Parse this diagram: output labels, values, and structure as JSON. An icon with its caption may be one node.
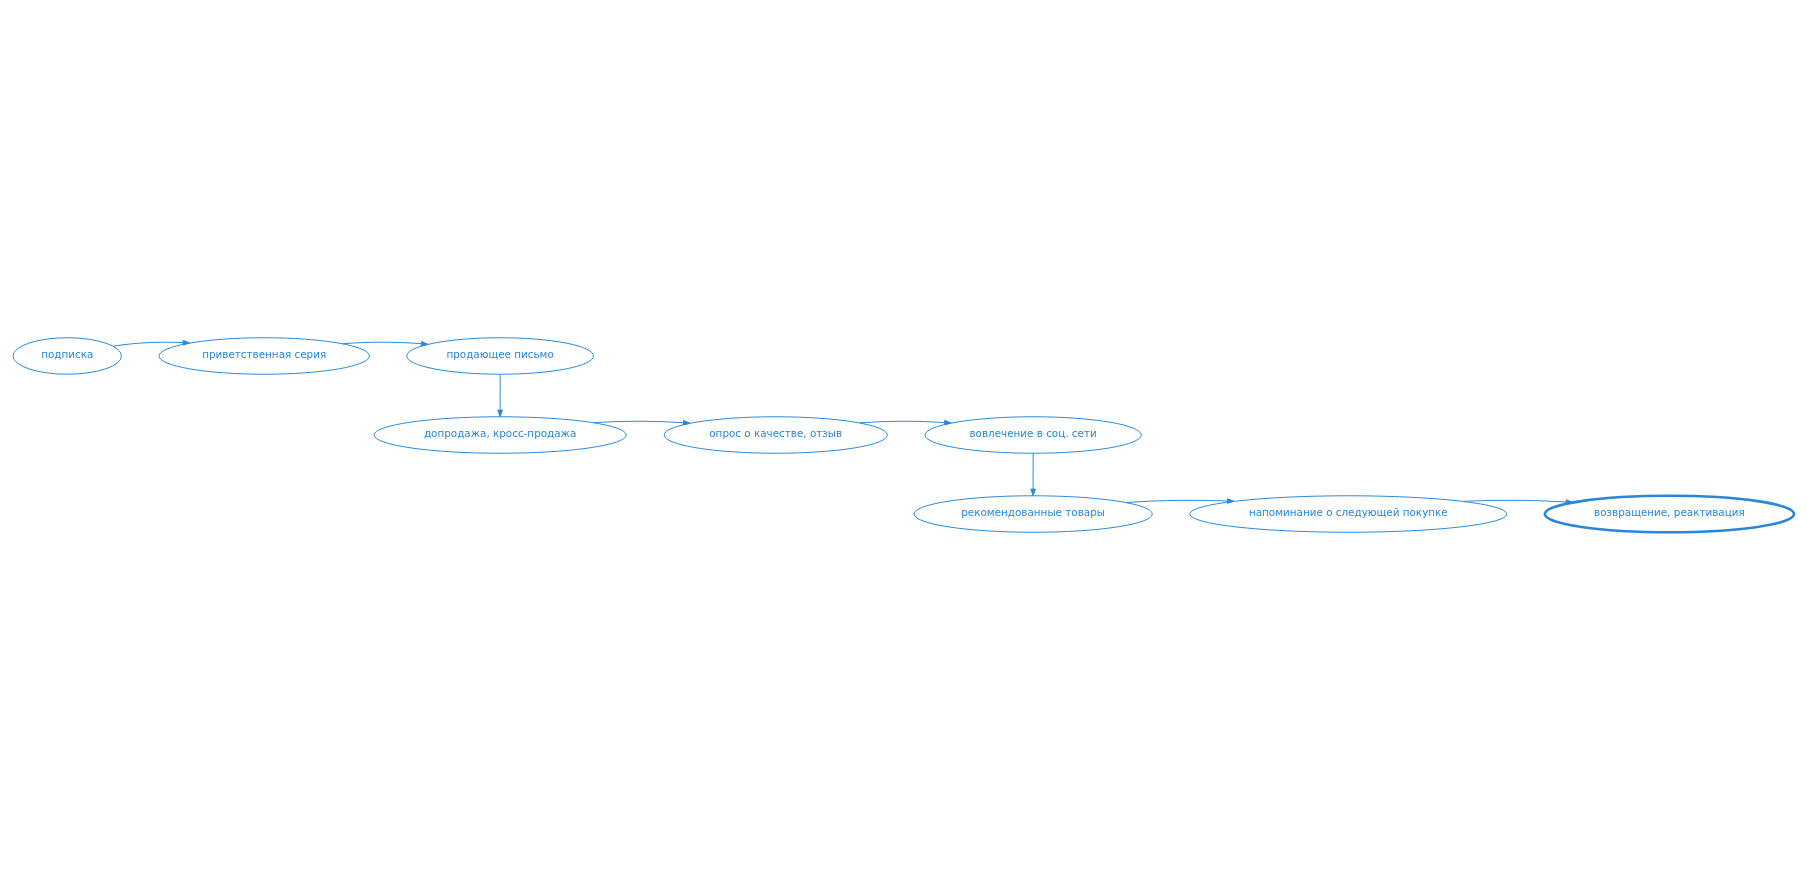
{
  "diagram": {
    "nodes": [
      {
        "text": [
          "подписка"
        ]
      },
      {
        "text": [
          "приветственная серия"
        ]
      },
      {
        "text": [
          "продающее письмо"
        ]
      },
      {
        "text": [
          "допродажа, кросс-продажа"
        ]
      },
      {
        "text": [
          "опрос о качестве, отзыв"
        ]
      },
      {
        "text": [
          "вовлечение в соц. сети"
        ]
      },
      {
        "text": [
          "рекомендованные товары"
        ]
      },
      {
        "text": [
          "напоминание о следующей покупке"
        ]
      },
      {
        "text": [
          "возвращение, реактивация"
        ]
      }
    ],
    "edges": [
      {
        "from": 0,
        "to": 1,
        "arrow": "to"
      },
      {
        "from": 1,
        "to": 2,
        "arrow": "to"
      },
      {
        "from": 2,
        "to": 3,
        "arrow": "to"
      },
      {
        "from": 3,
        "to": 4,
        "arrow": "to"
      },
      {
        "from": 4,
        "to": 5,
        "arrow": "to"
      },
      {
        "from": 5,
        "to": 6,
        "arrow": "to"
      },
      {
        "from": 6,
        "to": 7,
        "arrow": "to"
      },
      {
        "from": 7,
        "to": 8,
        "arrow": "to"
      }
    ]
  }
}
